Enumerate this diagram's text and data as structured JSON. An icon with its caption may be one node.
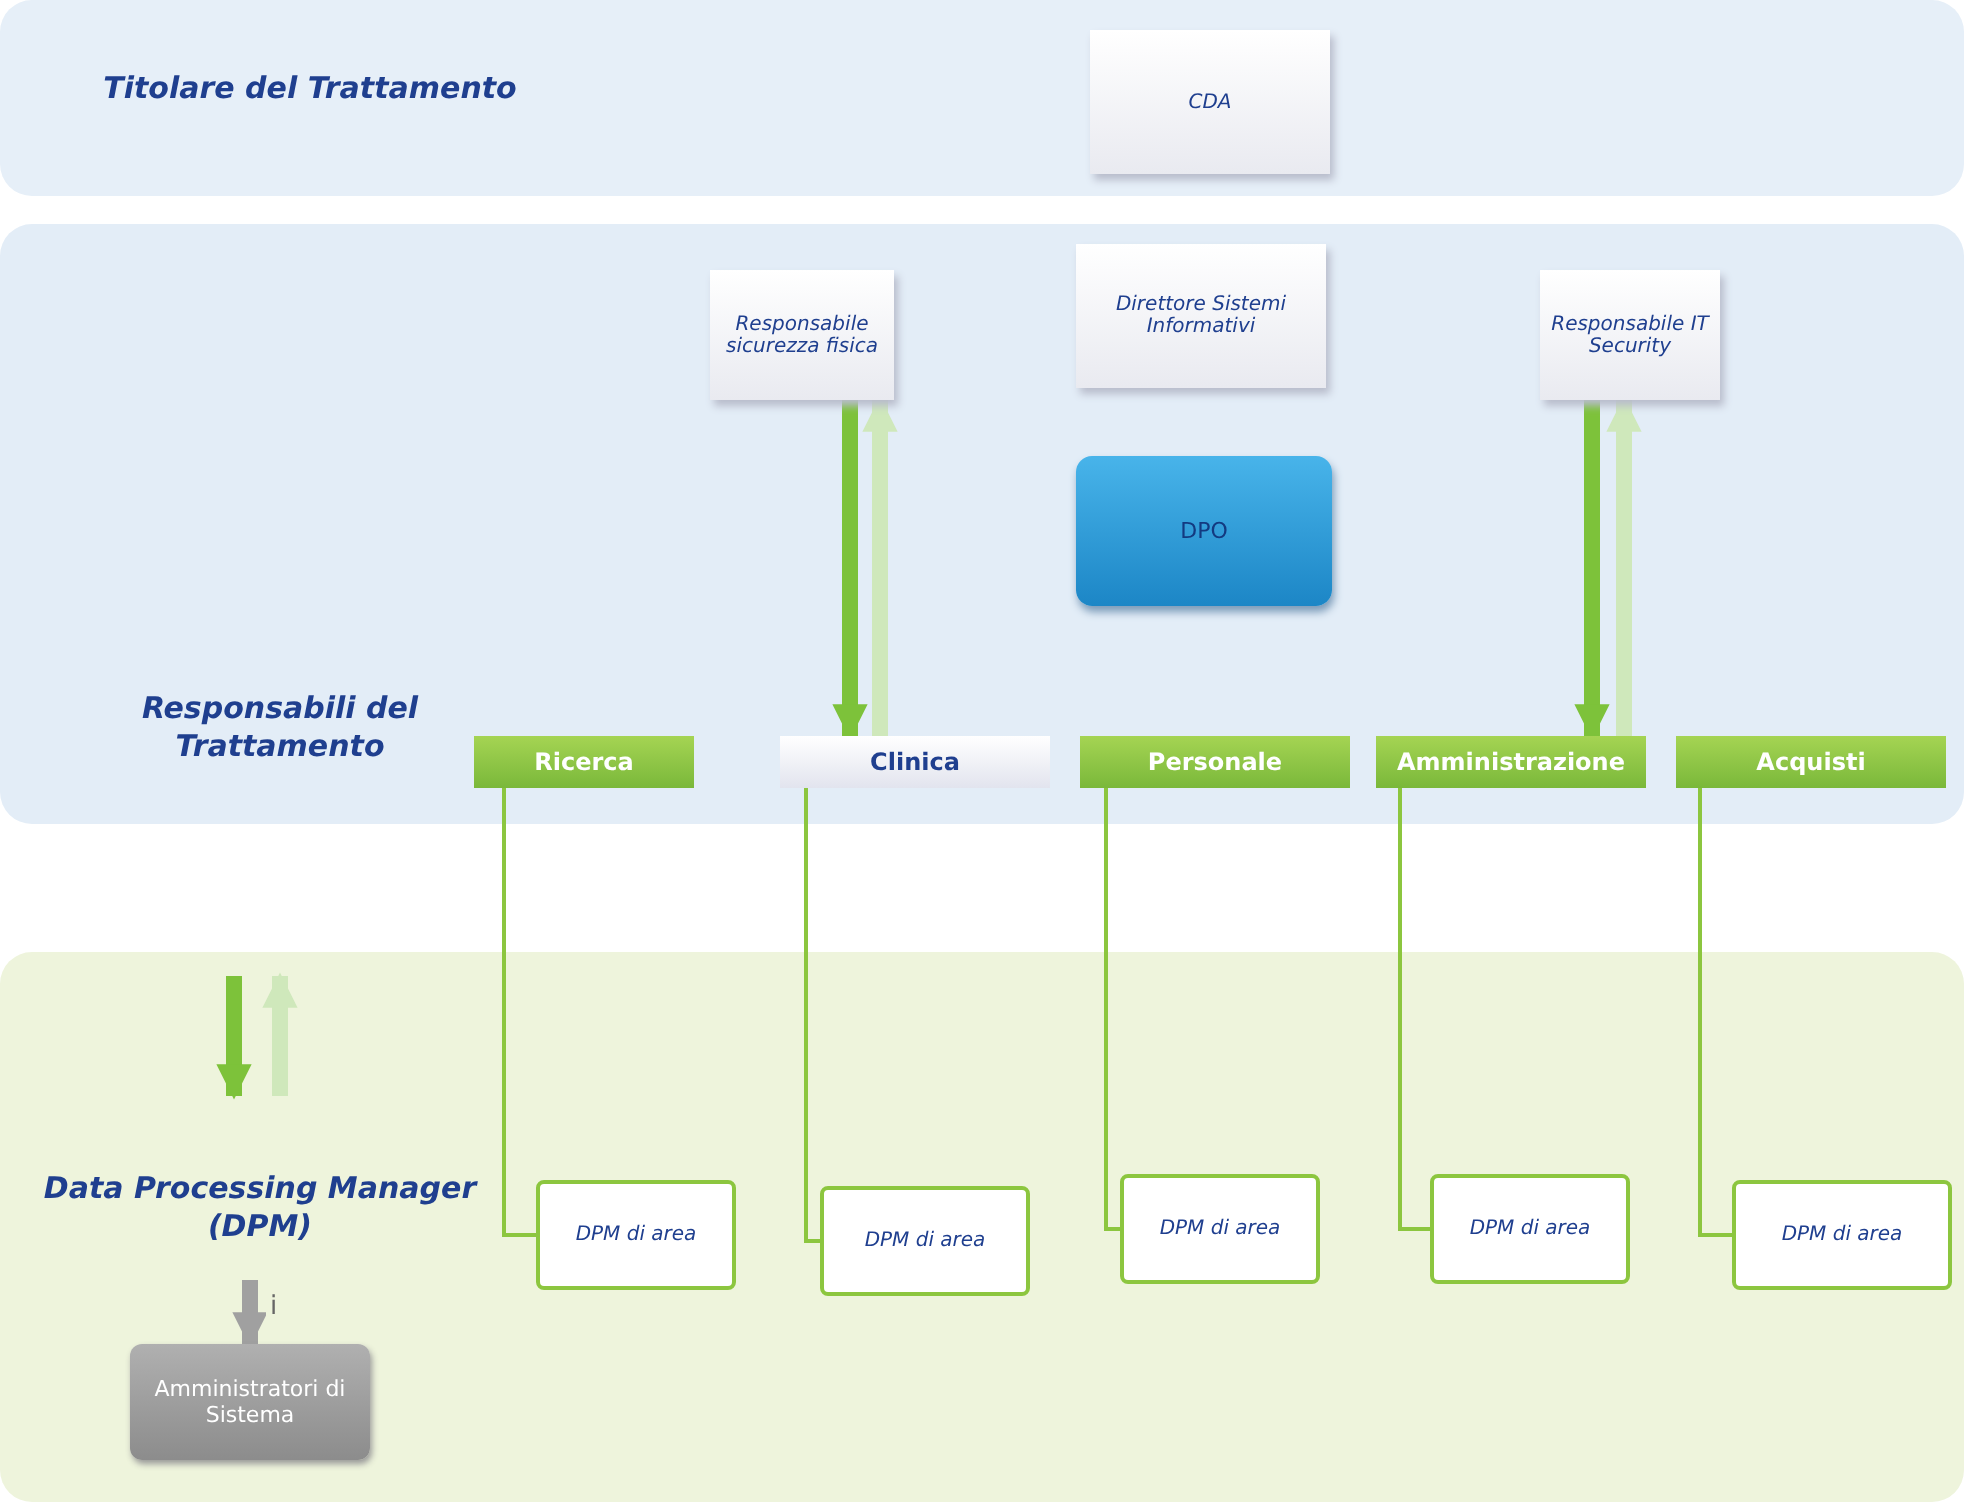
{
  "diagram": {
    "nodes": [
      {
        "text": [
          "Titolare del Trattamento"
        ]
      },
      {
        "text": [
          "CDA"
        ],
        "in": 0
      },
      {
        "text": [
          "Responsabili del Trattamento"
        ]
      },
      {
        "text": [
          "Responsabile sicurezza fisica"
        ],
        "in": 2
      },
      {
        "text": [
          "Direttore Sistemi Informativi"
        ],
        "in": 2
      },
      {
        "text": [
          "Responsabile IT Security"
        ],
        "in": 2
      },
      {
        "text": [
          "DPO"
        ],
        "in": 2
      },
      {
        "text": [
          "Ricerca"
        ],
        "in": 2
      },
      {
        "text": [
          "Clinica"
        ],
        "in": 2
      },
      {
        "text": [
          "Personale"
        ],
        "in": 2
      },
      {
        "text": [
          "Amministrazione"
        ],
        "in": 2
      },
      {
        "text": [
          "Acquisti"
        ],
        "in": 2
      },
      {
        "text": [
          "Data Processing Manager (DPM)"
        ]
      },
      {
        "text": [
          "DPM di area"
        ],
        "in": 12
      },
      {
        "text": [
          "DPM di area"
        ],
        "in": 12
      },
      {
        "text": [
          "DPM di area"
        ],
        "in": 12
      },
      {
        "text": [
          "DPM di area"
        ],
        "in": 12
      },
      {
        "text": [
          "DPM di area"
        ],
        "in": 12
      },
      {
        "text": [
          "Amministratori di Sistema"
        ],
        "in": 12
      }
    ],
    "edges": [
      {
        "from": 7,
        "to": 13,
        "arrow": "none"
      },
      {
        "from": 8,
        "to": 14,
        "arrow": "none"
      },
      {
        "from": 9,
        "to": 15,
        "arrow": "none"
      },
      {
        "from": 10,
        "to": 16,
        "arrow": "none"
      },
      {
        "from": 11,
        "to": 17,
        "arrow": "none"
      },
      {
        "from": 3,
        "to": 8,
        "arrow": "to",
        "style": "thick",
        "color": "#7dc23a"
      },
      {
        "from": 8,
        "to": 3,
        "arrow": "to",
        "style": "thick",
        "color": "#cfe8bb"
      },
      {
        "from": 5,
        "to": 10,
        "arrow": "to",
        "style": "thick",
        "color": "#7dc23a"
      },
      {
        "from": 10,
        "to": 5,
        "arrow": "to",
        "style": "thick",
        "color": "#cfe8bb"
      },
      {
        "from": null,
        "to": 18,
        "arrow": "to",
        "label": "i",
        "style": "thick",
        "color": "#a0a0a0"
      }
    ]
  }
}
